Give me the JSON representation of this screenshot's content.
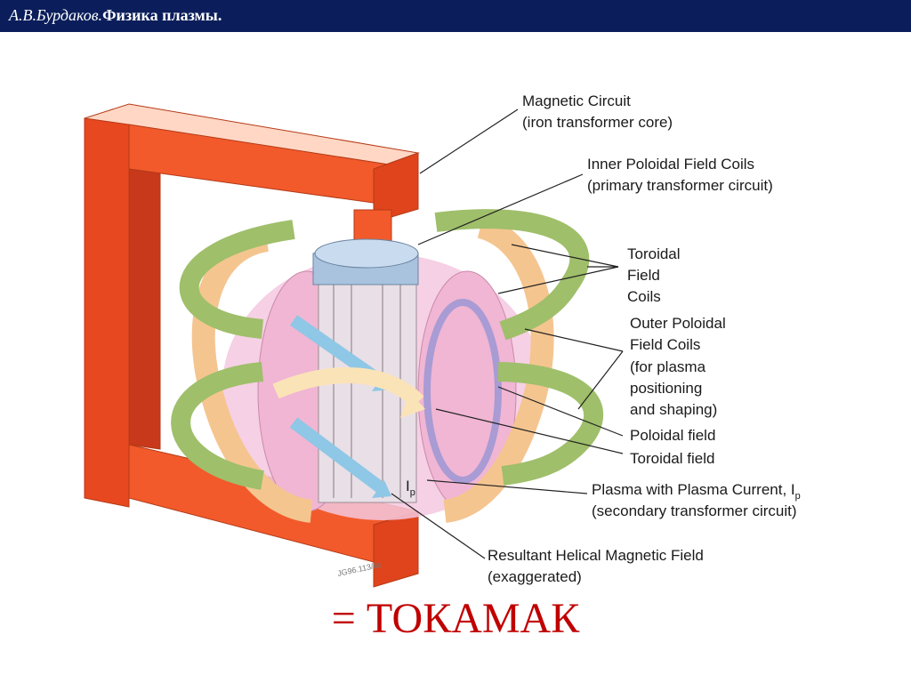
{
  "header": {
    "author": "А.В.Бурдаков.",
    "subject": "Физика плазмы."
  },
  "labels": {
    "magnetic_circuit": [
      "Magnetic Circuit",
      "(iron transformer core)"
    ],
    "inner_poloidal": [
      "Inner Poloidal Field Coils",
      "(primary transformer circuit)"
    ],
    "toroidal_coils": [
      "Toroidal",
      "Field",
      "Coils"
    ],
    "outer_poloidal": [
      "Outer Poloidal",
      "Field Coils",
      "(for plasma",
      "positioning",
      "and shaping)"
    ],
    "poloidal_field": "Poloidal field",
    "toroidal_field": "Toroidal field",
    "plasma_current": {
      "text": "Plasma with Plasma Current, I",
      "subscript": "p"
    },
    "secondary_circuit": "(secondary transformer circuit)",
    "resultant": [
      "Resultant Helical Magnetic Field",
      "(exaggerated)"
    ],
    "ip_marker": {
      "text": "I",
      "subscript": "p"
    },
    "stamp": "JG96.113/6c"
  },
  "bottom_title": "= ТОКАМАК",
  "colors": {
    "header_bg": "#0b1e5b",
    "iron_core": "#f25a2b",
    "toroidal_coil": "#9fbf6a",
    "plasma": "#f3c2dc",
    "poloidal_coil": "#f6d7a6",
    "title": "#c00000"
  }
}
